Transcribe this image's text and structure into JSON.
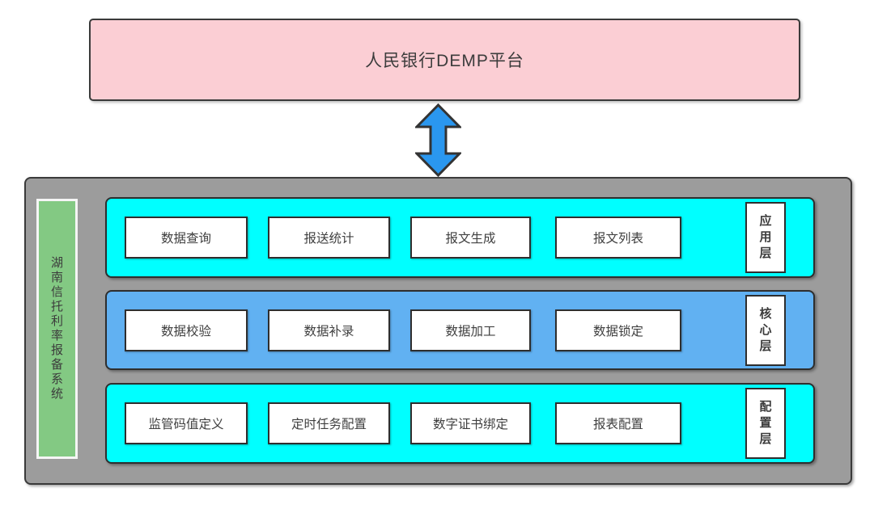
{
  "platform": {
    "label": "人民银行DEMP平台"
  },
  "connector": {
    "type": "vertical-double-arrow",
    "color": "#2a97ef",
    "border": "#333333"
  },
  "system": {
    "name": "湖南信托利率报备系统"
  },
  "layers": [
    {
      "name": "应用层",
      "color": "#00ffff",
      "modules": [
        "数据查询",
        "报送统计",
        "报文生成",
        "报文列表"
      ]
    },
    {
      "name": "核心层",
      "color": "#61b1f2",
      "modules": [
        "数据校验",
        "数据补录",
        "数据加工",
        "数据锁定"
      ]
    },
    {
      "name": "配置层",
      "color": "#00ffff",
      "modules": [
        "监管码值定义",
        "定时任务配置",
        "数字证书绑定",
        "报表配置"
      ]
    }
  ],
  "colors": {
    "platform_fill": "#fbced4",
    "container_fill": "#9c9c9c",
    "system_bar_fill": "#83c983",
    "layer_cyan": "#00ffff",
    "layer_blue": "#61b1f2",
    "module_fill": "#ffffff",
    "border_dark": "#3a3a3a"
  }
}
